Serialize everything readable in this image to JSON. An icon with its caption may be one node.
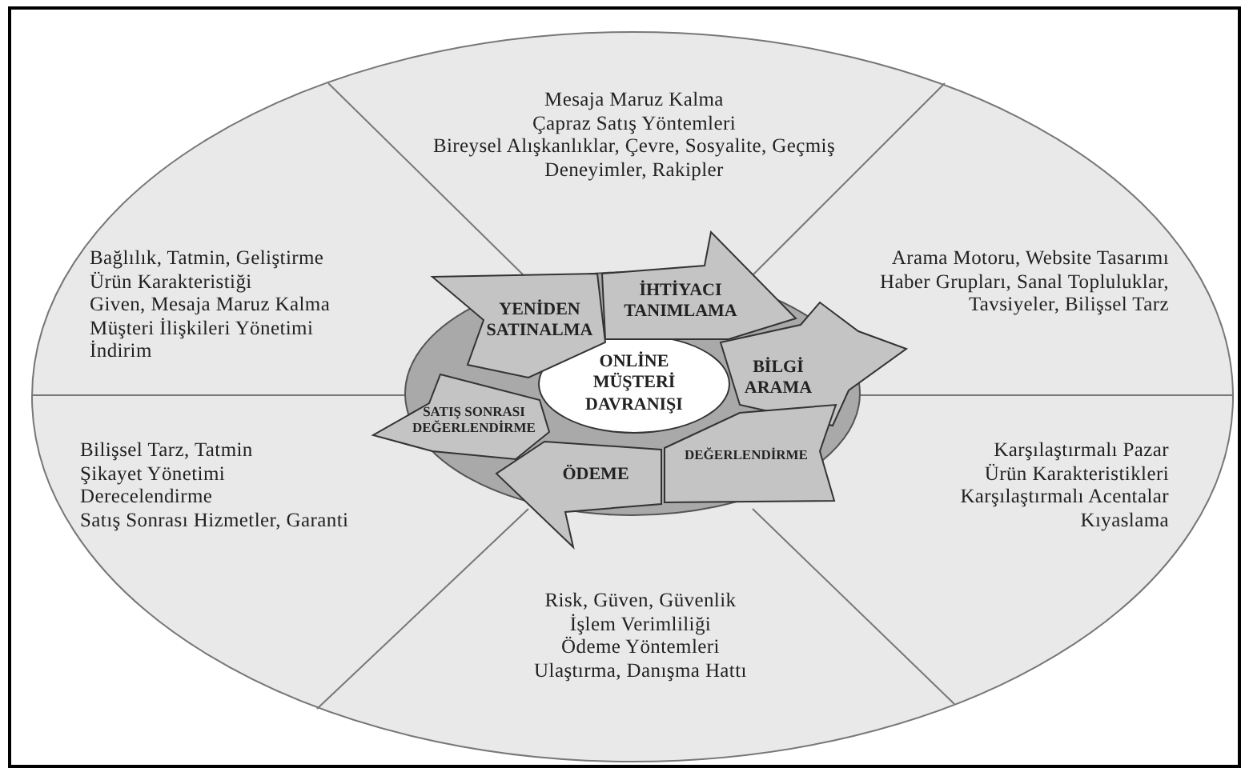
{
  "diagram": {
    "nodes": [
      {
        "text": [
          "ONLİNE MÜŞTERİ DAVRANIŞI"
        ]
      },
      {
        "text": [
          "YENİDEN SATINALMA"
        ]
      },
      {
        "text": [
          "İHTİYACI TANIMLAMA"
        ]
      },
      {
        "text": [
          "BİLGİ ARAMA"
        ]
      },
      {
        "text": [
          "DEĞERLENDİRME"
        ]
      },
      {
        "text": [
          "ÖDEME"
        ]
      },
      {
        "text": [
          "SATIŞ SONRASI DEĞERLENDİRME"
        ]
      },
      {
        "text": [
          "Mesaja Maruz Kalma",
          "Çapraz Satış Yöntemleri",
          "Bireysel Alışkanlıklar, Çevre, Sosyalite, Geçmiş Deneyimler, Rakipler"
        ]
      },
      {
        "text": [
          "Bağlılık, Tatmin, Geliştirme",
          "Ürün Karakteristiği",
          "Given, Mesaja Maruz Kalma",
          "Müşteri İlişkileri Yönetimi",
          "İndirim"
        ]
      },
      {
        "text": [
          "Arama Motoru, Website Tasarımı",
          "Haber Grupları, Sanal Topluluklar, Tavsiyeler, Bilişsel Tarz"
        ]
      },
      {
        "text": [
          "Bilişsel Tarz, Tatmin",
          "Şikayet Yönetimi",
          "Derecelendirme",
          "Satış Sonrası Hizmetler, Garanti"
        ]
      },
      {
        "text": [
          "Karşılaştırmalı Pazar",
          "Ürün Karakteristikleri",
          "Karşılaştırmalı Acentalar",
          "Kıyaslama"
        ]
      },
      {
        "text": [
          "Risk, Güven, Güvenlik",
          "İşlem Verimliliği",
          "Ödeme Yöntemleri",
          "Ulaştırma, Danışma Hattı"
        ]
      }
    ]
  }
}
